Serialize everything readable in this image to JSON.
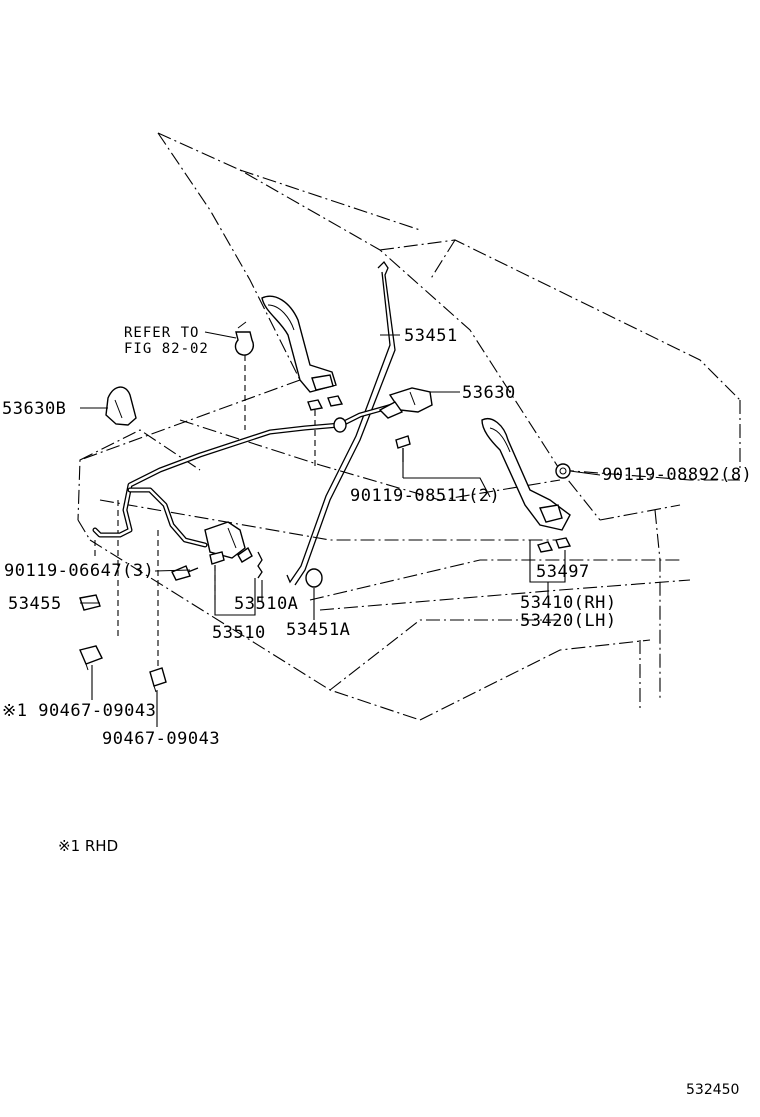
{
  "diagram": {
    "figure_number": "532450",
    "note": "※1 RHD",
    "refer": {
      "line1": "REFER TO",
      "line2": "FIG 82-02"
    },
    "callouts": [
      {
        "id": "53451",
        "text": "53451"
      },
      {
        "id": "53630",
        "text": "53630"
      },
      {
        "id": "53630B",
        "text": "53630B"
      },
      {
        "id": "90119-08892",
        "text": "90119-08892(8)"
      },
      {
        "id": "90119-08511",
        "text": "90119-08511(2)"
      },
      {
        "id": "90119-06647",
        "text": "90119-06647(3)"
      },
      {
        "id": "53497",
        "text": "53497"
      },
      {
        "id": "53455",
        "text": "53455"
      },
      {
        "id": "53510A",
        "text": "53510A"
      },
      {
        "id": "53510",
        "text": "53510"
      },
      {
        "id": "53451A",
        "text": "53451A"
      },
      {
        "id": "53410",
        "text": "53410(RH)"
      },
      {
        "id": "53420",
        "text": "53420(LH)"
      },
      {
        "id": "90467-09043-rhd",
        "text": "※1 90467-09043"
      },
      {
        "id": "90467-09043",
        "text": "90467-09043"
      }
    ]
  }
}
